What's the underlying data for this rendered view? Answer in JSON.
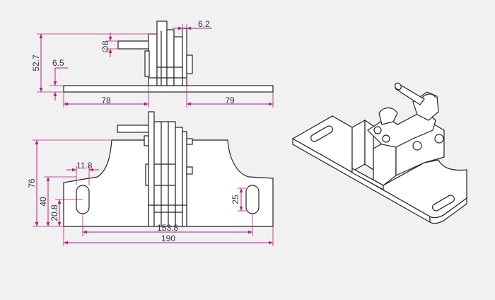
{
  "drawing": {
    "top_view": {
      "dims": {
        "diameter": "∅8",
        "offset_top": "6.2",
        "height": "52.7",
        "thickness": "6.5",
        "left_length": "78",
        "right_length": "79"
      }
    },
    "front_view": {
      "dims": {
        "slot_width": "11.8",
        "total_height": "76",
        "slot_span": "40",
        "slot_offset": "20.8",
        "slot_pitch": "153.8",
        "overall_width": "190",
        "slot_length": "25"
      }
    }
  },
  "colors": {
    "background": "#f1f1f1",
    "part_line": "#222222",
    "dimension": "#c2187e"
  }
}
